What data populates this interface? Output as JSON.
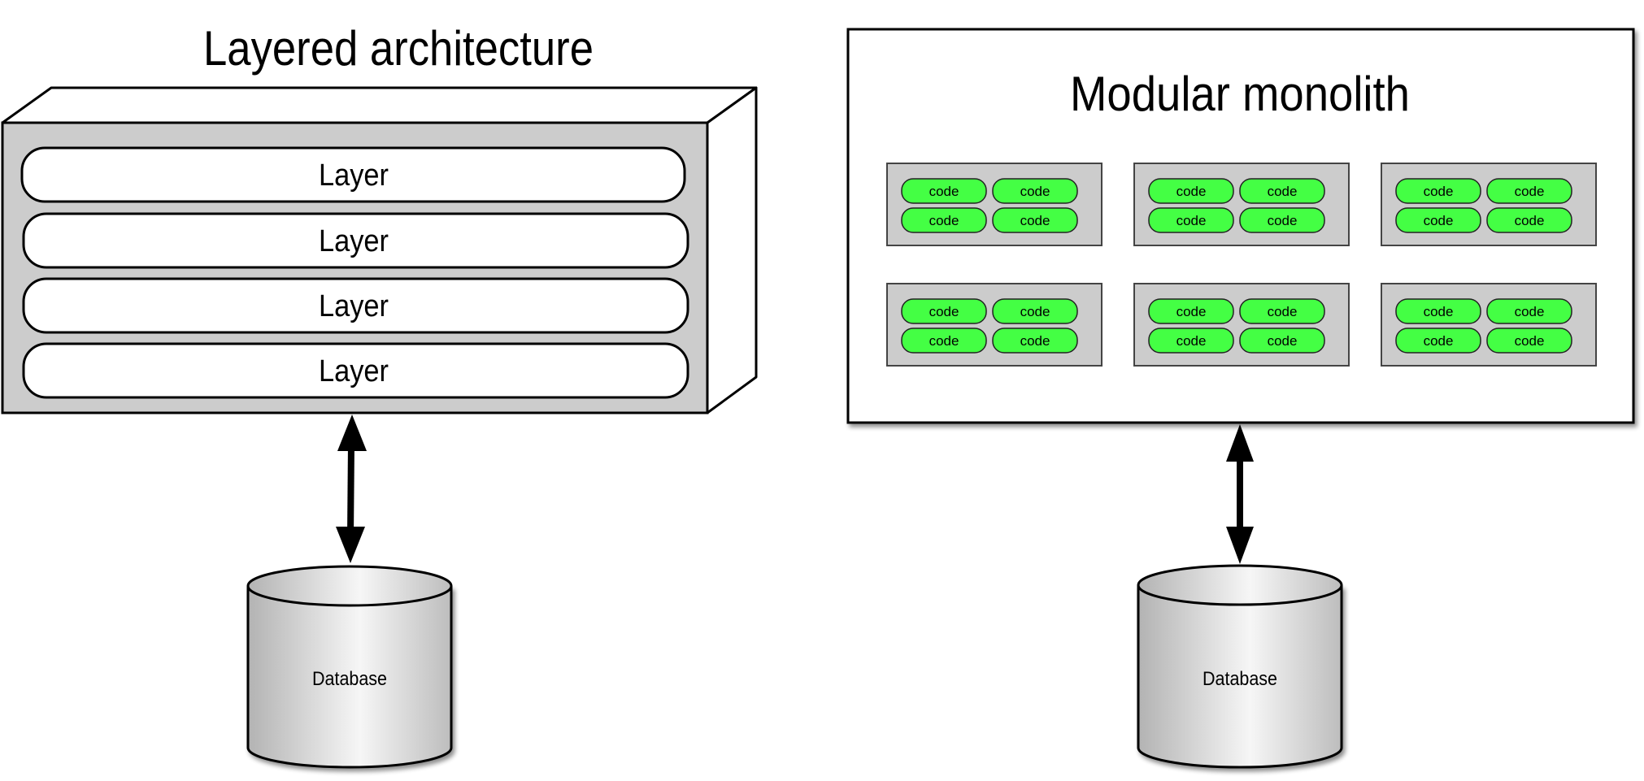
{
  "colors": {
    "box_face": "#cccccc",
    "box_side": "#ffffff",
    "outline": "#000000",
    "module_fill": "#cccccc",
    "module_border": "#444444",
    "code_fill": "#44ff44",
    "code_border": "#222222",
    "db_light": "#f6f6f6",
    "db_dark": "#b3b3b3"
  },
  "layered": {
    "title": "Layered architecture",
    "layers": [
      {
        "label": "Layer"
      },
      {
        "label": "Layer"
      },
      {
        "label": "Layer"
      },
      {
        "label": "Layer"
      }
    ],
    "connector": "bidirectional-arrow",
    "database": {
      "label": "Database"
    }
  },
  "modular": {
    "title": "Modular monolith",
    "modules": [
      {
        "units": [
          "code",
          "code",
          "code",
          "code"
        ]
      },
      {
        "units": [
          "code",
          "code",
          "code",
          "code"
        ]
      },
      {
        "units": [
          "code",
          "code",
          "code",
          "code"
        ]
      },
      {
        "units": [
          "code",
          "code",
          "code",
          "code"
        ]
      },
      {
        "units": [
          "code",
          "code",
          "code",
          "code"
        ]
      },
      {
        "units": [
          "code",
          "code",
          "code",
          "code"
        ]
      }
    ],
    "connector": "bidirectional-arrow",
    "database": {
      "label": "Database"
    }
  }
}
